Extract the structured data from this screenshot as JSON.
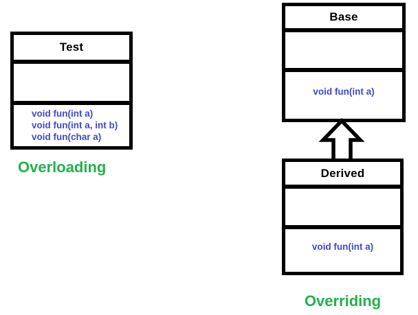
{
  "colors": {
    "background": "#ffffff",
    "box_stroke": "#000000",
    "method_text": "#3f48cc",
    "caption_text": "#22b14c"
  },
  "overloading_diagram": {
    "caption": "Overloading",
    "class_box": {
      "title": "Test",
      "attributes_compartment": "",
      "methods": [
        "void fun(int a)",
        "void fun(int a, int b)",
        "void fun(char a)"
      ]
    }
  },
  "overriding_diagram": {
    "caption": "Overriding",
    "base_class_box": {
      "title": "Base",
      "attributes_compartment": "",
      "methods": [
        "void fun(int a)"
      ]
    },
    "derived_class_box": {
      "title": "Derived",
      "attributes_compartment": "",
      "methods": [
        "void fun(int a)"
      ]
    },
    "relationship": "inheritance-arrow"
  }
}
